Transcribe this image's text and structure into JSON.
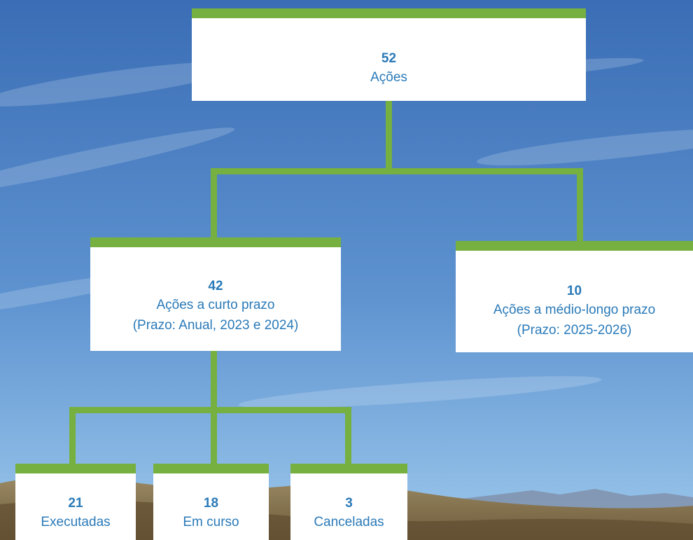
{
  "colors": {
    "accent_green": "#76b041",
    "text_blue": "#2a7ab8",
    "sky_top": "#3f71b6",
    "sky_bottom": "#8dbde8",
    "ground": "#8a7a58"
  },
  "root": {
    "value": "52",
    "label": "Ações"
  },
  "short_term": {
    "value": "42",
    "label": "Ações a curto prazo",
    "sublabel": "(Prazo: Anual, 2023 e 2024)"
  },
  "long_term": {
    "value": "10",
    "label": "Ações a médio-longo prazo",
    "sublabel": "(Prazo: 2025-2026)"
  },
  "status": [
    {
      "value": "21",
      "label": "Executadas"
    },
    {
      "value": "18",
      "label": "Em curso"
    },
    {
      "value": "3",
      "label": "Canceladas"
    }
  ]
}
